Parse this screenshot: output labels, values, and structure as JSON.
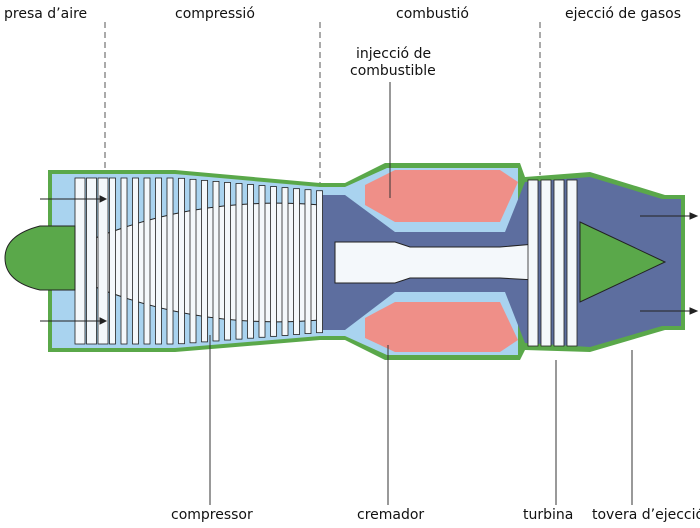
{
  "stages": {
    "intake": "presa d’aire",
    "compression": "compressió",
    "combustion": "combustió",
    "exhaust": "ejecció de gasos"
  },
  "callouts": {
    "fuel_injection_line1": "injecció de",
    "fuel_injection_line2": "combustible",
    "compressor": "compressor",
    "burner": "cremador",
    "turbine": "turbina",
    "nozzle": "tovera d’ejecció"
  },
  "colors": {
    "casing": "#5aa84a",
    "cold_air": "#a9d3ef",
    "hot_gas": "#5d6e9f",
    "flame": "#ef8f88",
    "blades": "#f4f8fb"
  }
}
